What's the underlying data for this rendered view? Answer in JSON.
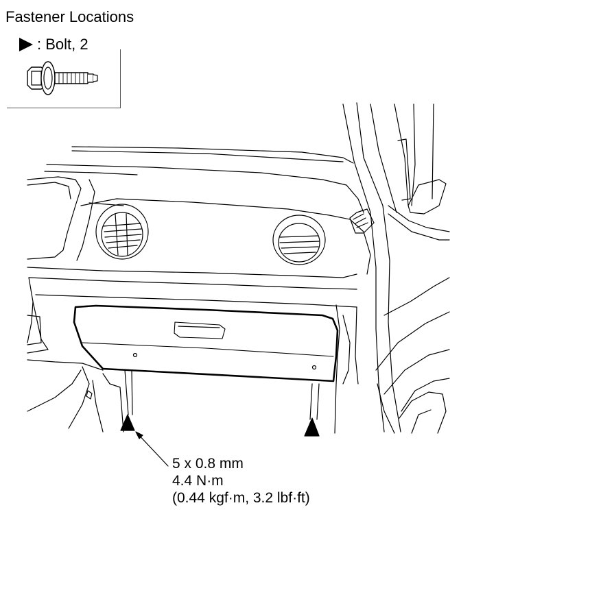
{
  "title": "Fastener Locations",
  "legend": {
    "symbol": "solid-triangle-arrow",
    "text": ": Bolt, 2"
  },
  "callout": {
    "line1": "5 x 0.8 mm",
    "line2": "4.4 N·m",
    "line3": "(0.44 kgf·m, 3.2 lbf·ft)"
  },
  "colors": {
    "ink": "#000000",
    "paper": "#ffffff"
  }
}
